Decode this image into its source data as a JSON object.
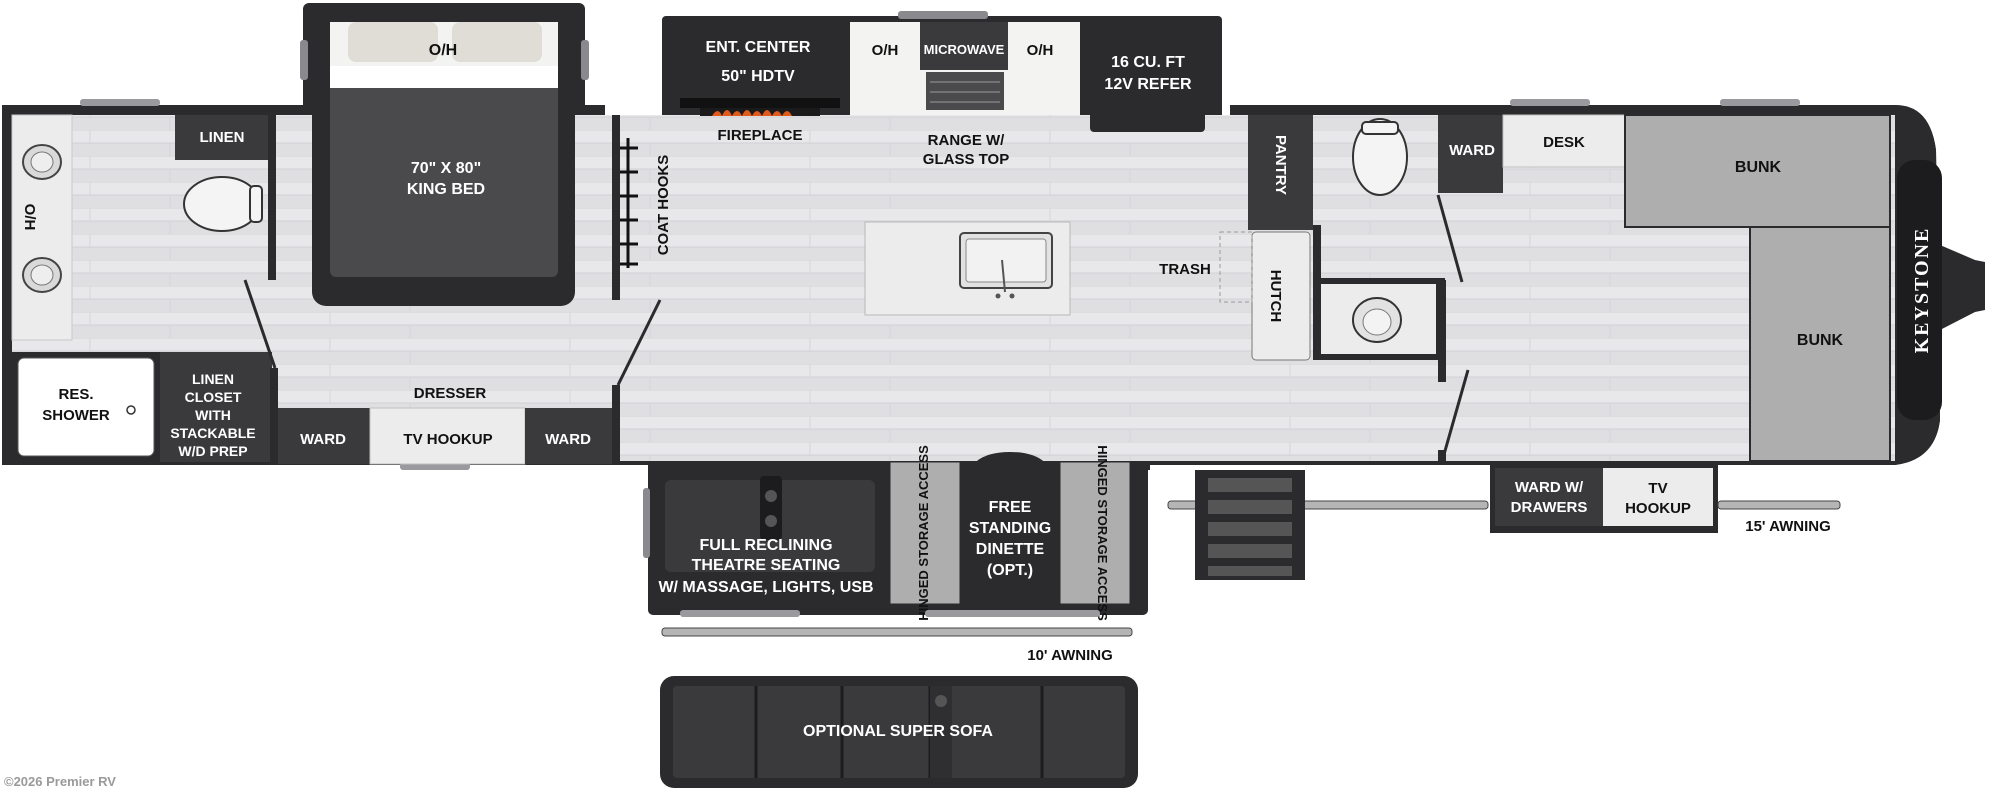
{
  "colors": {
    "wall": "#2b2b2e",
    "floor_a": "#e8e8ea",
    "floor_b": "#dcdcdf",
    "cabinet": "#3a3a3d",
    "counter": "#ececec",
    "bunk": "#aeaeae",
    "bed_fill": "#4a4a4d",
    "cab_white": "#f3f3f1"
  },
  "icons": [
    "toilet-icon",
    "sink-icon",
    "shower-drain-icon",
    "fireplace-flame-icon",
    "coat-hook-icon",
    "stair-steps-icon",
    "keystone-logo"
  ],
  "brand": "KEYSTONE",
  "copyright": "©2026 Premier RV",
  "labels": {
    "bed_oh": "O/H",
    "bed_line1": "70\" X 80\"",
    "bed_line2": "KING BED",
    "bath_linen": "LINEN",
    "vanity_oh": "O/H",
    "shower_line1": "RES.",
    "shower_line2": "SHOWER",
    "linen_closet": [
      "LINEN",
      "CLOSET",
      "WITH",
      "STACKABLE",
      "W/D PREP"
    ],
    "ward_left": "WARD",
    "tv_hookup_bedroom": "TV HOOKUP",
    "ward_right": "WARD",
    "dresser": "DRESSER",
    "coat_hooks": "COAT HOOKS",
    "ent_center": "ENT. CENTER",
    "hdtv": "50\" HDTV",
    "fireplace": "FIREPLACE",
    "kitchen_oh_left": "O/H",
    "microwave": "MICROWAVE",
    "kitchen_oh_right": "O/H",
    "range_line1": "RANGE W/",
    "range_line2": "GLASS TOP",
    "refer_line1": "16 CU. FT",
    "refer_line2": "12V REFER",
    "pantry": "PANTRY",
    "trash": "TRASH",
    "hutch": "HUTCH",
    "bunk_ward": "WARD",
    "desk": "DESK",
    "bunk_top": "BUNK",
    "bunk_side": "BUNK",
    "theatre": [
      "FULL RECLINING",
      "THEATRE SEATING",
      "W/ MASSAGE, LIGHTS, USB"
    ],
    "hinged_left": "HINGED STORAGE ACCESS",
    "dinette": [
      "FREE",
      "STANDING",
      "DINETTE",
      "(OPT.)"
    ],
    "hinged_right": "HINGED STORAGE ACCESS",
    "ward_drawers": [
      "WARD W/",
      "DRAWERS"
    ],
    "tv_hookup_bunk": [
      "TV",
      "HOOKUP"
    ],
    "awning_15": "15' AWNING",
    "awning_10": "10' AWNING",
    "super_sofa": "OPTIONAL SUPER SOFA"
  }
}
